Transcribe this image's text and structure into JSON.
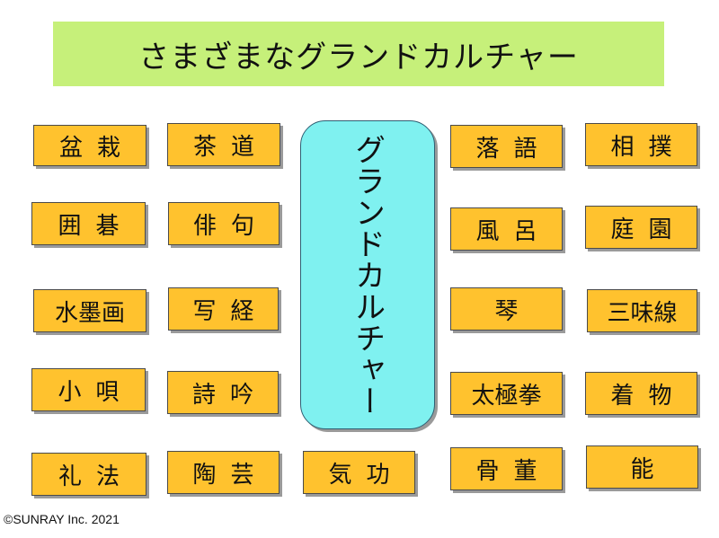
{
  "title": "さまざまなグランドカルチャー",
  "center_label": "グランドカルチャー",
  "left_col1": [
    "盆栽",
    "囲碁",
    "水墨画",
    "小唄",
    "礼法"
  ],
  "left_col2": [
    "茶道",
    "俳句",
    "写経",
    "詩吟",
    "陶芸"
  ],
  "center_bottom": "気功",
  "right_col1": [
    "落語",
    "風呂",
    "琴",
    "太極拳",
    "骨董"
  ],
  "right_col2": [
    "相撲",
    "庭園",
    "三味線",
    "着物",
    "能"
  ],
  "copyright": "©SUNRAY Inc. 2021",
  "colors": {
    "title_bg": "#c6f07a",
    "box_bg": "#ffc22e",
    "center_bg": "#7ff1f0"
  }
}
